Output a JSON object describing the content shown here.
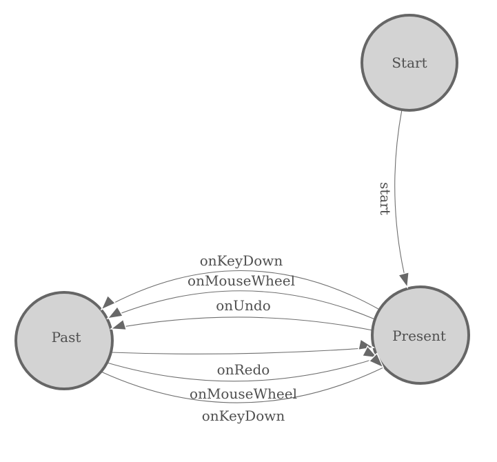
{
  "diagram": {
    "type": "state-machine",
    "colors": {
      "background": "#ffffff",
      "node_fill": "#d3d3d3",
      "node_stroke": "#666666",
      "edge_line": "#6e6e6e",
      "arrow_fill": "#686868",
      "label_text": "#4f4f4f"
    },
    "nodes": [
      {
        "id": "start",
        "label": "Start"
      },
      {
        "id": "past",
        "label": "Past"
      },
      {
        "id": "present",
        "label": "Present"
      }
    ],
    "edges": [
      {
        "from": "Start",
        "to": "Present",
        "label": "start"
      },
      {
        "from": "Present",
        "to": "Past",
        "label": "onKeyDown"
      },
      {
        "from": "Present",
        "to": "Past",
        "label": "onMouseWheel"
      },
      {
        "from": "Present",
        "to": "Past",
        "label": "onUndo"
      },
      {
        "from": "Past",
        "to": "Present",
        "label": "onRedo"
      },
      {
        "from": "Past",
        "to": "Present",
        "label": "onMouseWheel"
      },
      {
        "from": "Past",
        "to": "Present",
        "label": "onKeyDown"
      }
    ]
  }
}
